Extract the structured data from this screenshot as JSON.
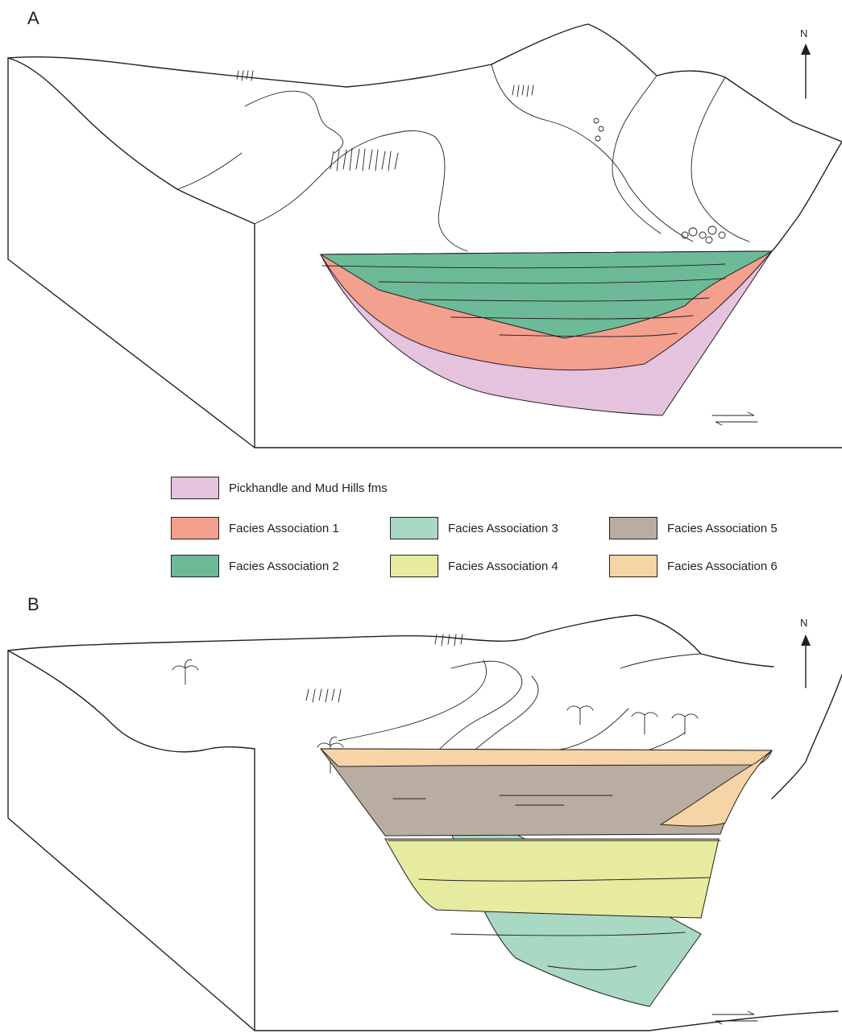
{
  "panels": {
    "a": {
      "letter": "A",
      "north": "N"
    },
    "b": {
      "letter": "B",
      "north": "N"
    }
  },
  "legend": [
    {
      "label": "Pickhandle and Mud Hills fms",
      "color": "#e5c3de"
    },
    {
      "label": "Facies Association 1",
      "color": "#f4a08e"
    },
    {
      "label": "Facies Association 2",
      "color": "#6dba98"
    },
    {
      "label": "Facies Association 3",
      "color": "#a9d8c3"
    },
    {
      "label": "Facies Association 4",
      "color": "#e6eba0"
    },
    {
      "label": "Facies Association 5",
      "color": "#b8ada0"
    },
    {
      "label": "Facies Association 6",
      "color": "#f7d4a6"
    }
  ]
}
